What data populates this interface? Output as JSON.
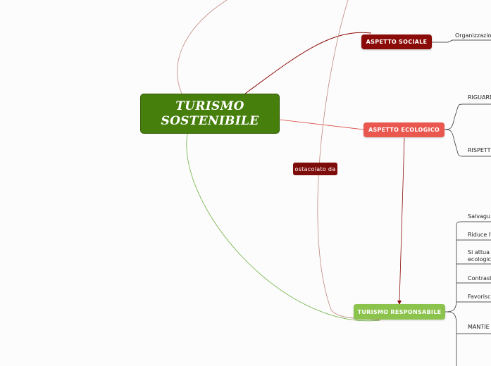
{
  "central": {
    "label_line1": "TURISMO",
    "label_line2": "SOSTENIBILE"
  },
  "nodes": {
    "sociale": "ASPETTO SOCIALE",
    "ecologico": "ASPETTO ECOLOGICO",
    "responsabile": "TURISMO RESPONSABILE"
  },
  "relation_label": "ostacolato da",
  "leaves": {
    "sociale": [
      "Organizzazio"
    ],
    "ecologico": [
      "RIGUARD",
      "RISPETT"
    ],
    "responsabile": [
      "Salvagu",
      "Riduce l'",
      "Si attua i",
      "ecologic",
      "Contrast",
      "Favorisc",
      "MANTIE"
    ]
  },
  "colors": {
    "central": "#467f0c",
    "sociale": "#8a0b08",
    "ecologico": "#e9574f",
    "responsabile": "#8cc34c",
    "relation": "#7d0d0a"
  }
}
